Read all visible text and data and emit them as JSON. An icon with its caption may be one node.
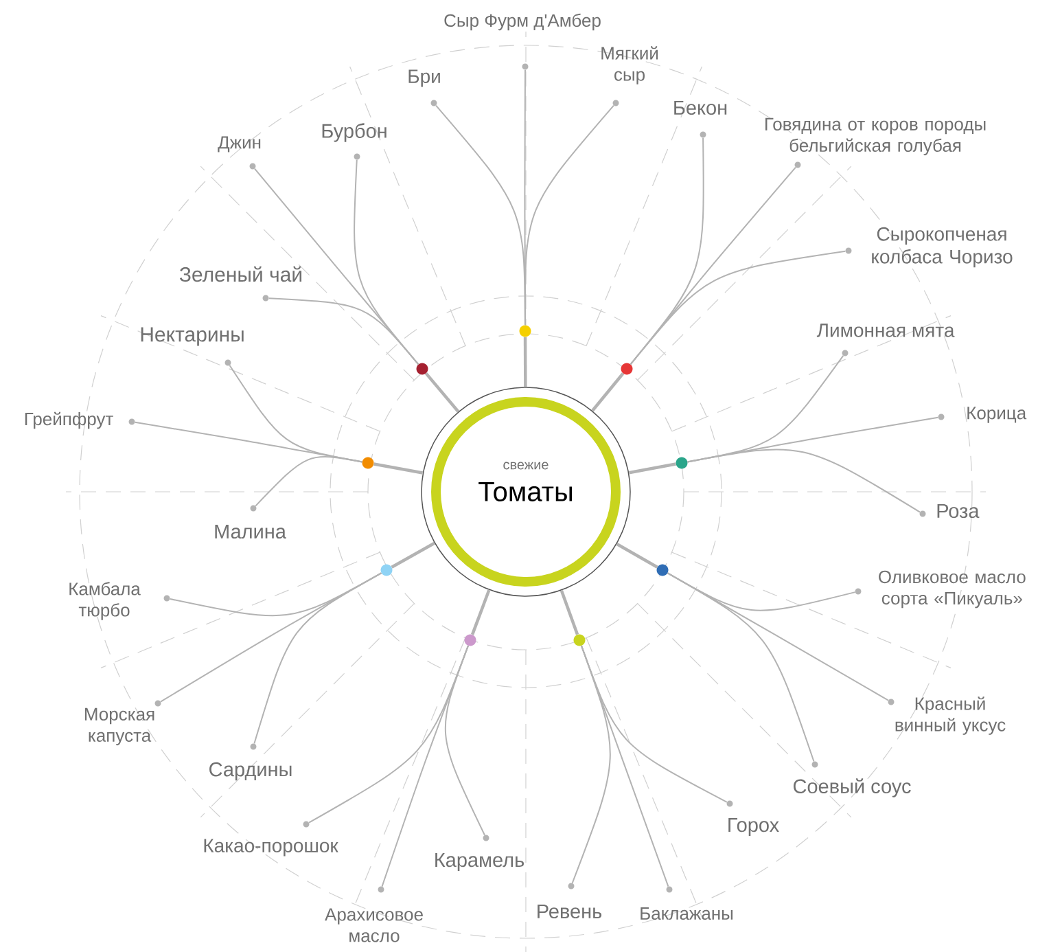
{
  "diagram": {
    "nodes": [
      {
        "text": [
          "свежие",
          "Томаты"
        ]
      },
      {
        "text": [],
        "shape": "circle"
      },
      {
        "text": [],
        "shape": "circle"
      },
      {
        "text": [],
        "shape": "circle"
      },
      {
        "text": [],
        "shape": "circle"
      },
      {
        "text": [],
        "shape": "circle"
      },
      {
        "text": [],
        "shape": "circle"
      },
      {
        "text": [],
        "shape": "circle"
      },
      {
        "text": [],
        "shape": "circle"
      },
      {
        "text": [],
        "shape": "circle"
      },
      {
        "text": [
          "Сыр Фурм д'Амбер"
        ]
      },
      {
        "text": [
          "Мягкий сыр"
        ]
      },
      {
        "text": [
          "Бекон"
        ]
      },
      {
        "text": [
          "Говядина от коров породы бельгийская голубая"
        ]
      },
      {
        "text": [
          "Сырокопченая колбаса Чоризо"
        ]
      },
      {
        "text": [
          "Лимонная мята"
        ]
      },
      {
        "text": [
          "Корица"
        ]
      },
      {
        "text": [
          "Роза"
        ]
      },
      {
        "text": [
          "Оливковое масло сорта «Пикуаль»"
        ]
      },
      {
        "text": [
          "Красный винный уксус"
        ]
      },
      {
        "text": [
          "Соевый соус"
        ]
      },
      {
        "text": [
          "Горох"
        ]
      },
      {
        "text": [
          "Баклажаны"
        ]
      },
      {
        "text": [
          "Ревень"
        ]
      },
      {
        "text": [
          "Карамель"
        ]
      },
      {
        "text": [
          "Арахисовое масло"
        ]
      },
      {
        "text": [
          "Какао-порошок"
        ]
      },
      {
        "text": [
          "Сардины"
        ]
      },
      {
        "text": [
          "Морская капуста"
        ]
      },
      {
        "text": [
          "Камбала тюрбо"
        ]
      },
      {
        "text": [
          "Малина"
        ]
      },
      {
        "text": [
          "Грейпфрут"
        ]
      },
      {
        "text": [
          "Нектарины"
        ]
      },
      {
        "text": [
          "Зеленый чай"
        ]
      },
      {
        "text": [
          "Джин"
        ]
      },
      {
        "text": [
          "Бурбон"
        ]
      },
      {
        "text": [
          "Бри"
        ]
      }
    ],
    "edges": [
      {
        "from": 0,
        "to": 1,
        "arrow": "none",
        "style": "thick"
      },
      {
        "from": 0,
        "to": 2,
        "arrow": "none",
        "style": "thick"
      },
      {
        "from": 0,
        "to": 3,
        "arrow": "none",
        "style": "thick"
      },
      {
        "from": 0,
        "to": 4,
        "arrow": "none",
        "style": "thick"
      },
      {
        "from": 0,
        "to": 5,
        "arrow": "none",
        "style": "thick"
      },
      {
        "from": 0,
        "to": 6,
        "arrow": "none",
        "style": "thick"
      },
      {
        "from": 0,
        "to": 7,
        "arrow": "none",
        "style": "thick"
      },
      {
        "from": 0,
        "to": 8,
        "arrow": "none",
        "style": "thick"
      },
      {
        "from": 0,
        "to": 9,
        "arrow": "none",
        "style": "thick"
      },
      {
        "from": 1,
        "to": 10,
        "arrow": "none"
      },
      {
        "from": 1,
        "to": 11,
        "arrow": "none"
      },
      {
        "from": 1,
        "to": 36,
        "arrow": "none"
      },
      {
        "from": 2,
        "to": 12,
        "arrow": "none"
      },
      {
        "from": 2,
        "to": 13,
        "arrow": "none"
      },
      {
        "from": 2,
        "to": 14,
        "arrow": "none"
      },
      {
        "from": 3,
        "to": 15,
        "arrow": "none"
      },
      {
        "from": 3,
        "to": 16,
        "arrow": "none"
      },
      {
        "from": 3,
        "to": 17,
        "arrow": "none"
      },
      {
        "from": 4,
        "to": 18,
        "arrow": "none"
      },
      {
        "from": 4,
        "to": 19,
        "arrow": "none"
      },
      {
        "from": 4,
        "to": 20,
        "arrow": "none"
      },
      {
        "from": 5,
        "to": 21,
        "arrow": "none"
      },
      {
        "from": 5,
        "to": 22,
        "arrow": "none"
      },
      {
        "from": 5,
        "to": 23,
        "arrow": "none"
      },
      {
        "from": 6,
        "to": 24,
        "arrow": "none"
      },
      {
        "from": 6,
        "to": 25,
        "arrow": "none"
      },
      {
        "from": 6,
        "to": 26,
        "arrow": "none"
      },
      {
        "from": 7,
        "to": 27,
        "arrow": "none"
      },
      {
        "from": 7,
        "to": 28,
        "arrow": "none"
      },
      {
        "from": 7,
        "to": 29,
        "arrow": "none"
      },
      {
        "from": 8,
        "to": 30,
        "arrow": "none"
      },
      {
        "from": 8,
        "to": 31,
        "arrow": "none"
      },
      {
        "from": 8,
        "to": 32,
        "arrow": "none"
      },
      {
        "from": 9,
        "to": 33,
        "arrow": "none"
      },
      {
        "from": 9,
        "to": 34,
        "arrow": "none"
      },
      {
        "from": 9,
        "to": 35,
        "arrow": "none"
      }
    ]
  }
}
